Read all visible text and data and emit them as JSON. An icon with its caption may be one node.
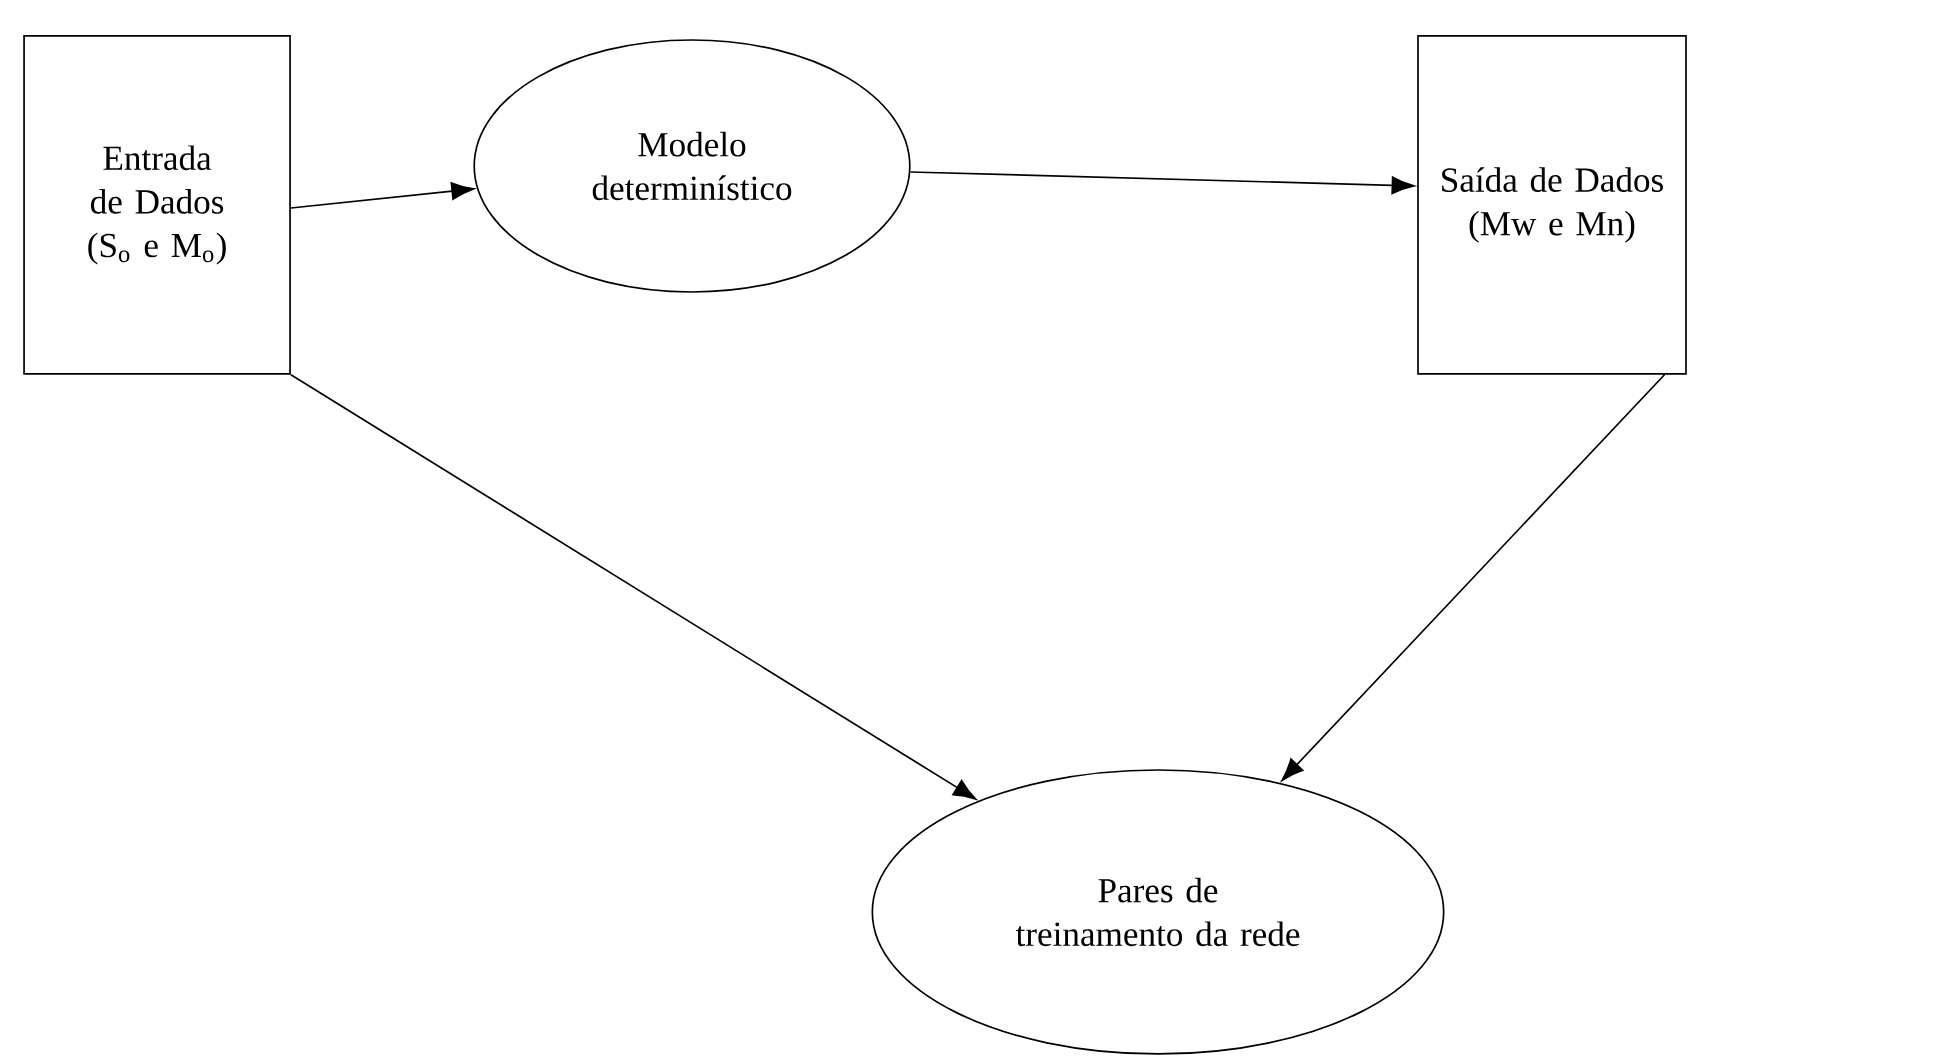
{
  "diagram": {
    "nodes": [
      {
        "text": [
          "Entrada de Dados (S$_{o}$ e M$_{o}$)"
        ]
      },
      {
        "text": [
          "Modelo determinístico"
        ]
      },
      {
        "text": [
          "Saída de Dados (Mw e Mn)"
        ]
      },
      {
        "text": [
          "Pares de treinamento da rede"
        ]
      }
    ],
    "edges": [
      {
        "from": 0,
        "to": 1,
        "arrow": "to"
      },
      {
        "from": 1,
        "to": 2,
        "arrow": "to"
      },
      {
        "from": 0,
        "to": 3,
        "arrow": "to"
      },
      {
        "from": 2,
        "to": 3,
        "arrow": "to"
      }
    ]
  }
}
